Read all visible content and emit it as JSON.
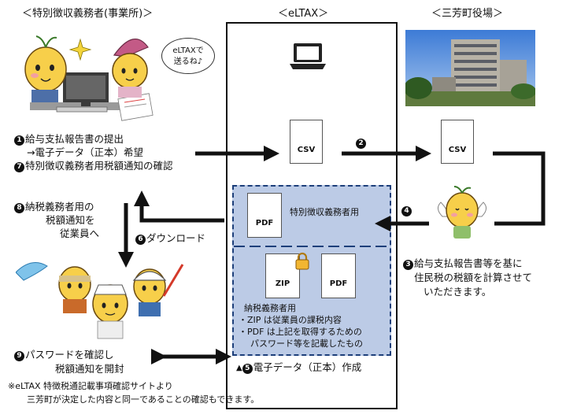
{
  "headers": {
    "left": "＜特別徴収義務者(事業所)＞",
    "center": "＜eLTAX＞",
    "right": "＜三芳町役場＞"
  },
  "bubble": {
    "line1": "eLTAXで",
    "line2": "送るね♪"
  },
  "steps": {
    "s1": {
      "num": "1",
      "line1": "給与支払報告書の提出",
      "line2": "→電子データ（正本）希望"
    },
    "s7": {
      "num": "7",
      "text": "特別徴収義務者用税額通知の確認"
    },
    "s2": {
      "num": "2"
    },
    "s4": {
      "num": "4"
    },
    "s8": {
      "num": "8",
      "line1": "納税義務者用の",
      "line2": "税額通知を",
      "line3": "従業員へ"
    },
    "s6": {
      "num": "6",
      "text": "ダウンロード"
    },
    "s3": {
      "num": "3",
      "line1": "給与支払報告書等を基に",
      "line2": "住民税の税額を計算させて",
      "line3": "いただきます。"
    },
    "s9": {
      "num": "9",
      "line1": "パスワードを確認し",
      "line2": "税額通知を開封"
    },
    "s5": {
      "prefix": "▲",
      "num": "5",
      "text": "電子データ（正本）作成"
    }
  },
  "docs": {
    "csv_center": "CSV",
    "csv_right": "CSV",
    "pdf_special": "PDF",
    "pdf_special_label": "特別徴収義務者用",
    "zip": "ZIP",
    "pdf_taxpayer": "PDF"
  },
  "taxpayer_box": {
    "title": "納税義務者用",
    "line1": "・ZIP は従業員の課税内容",
    "line2": "・PDF は上記を取得するための",
    "line3": "パスワード等を記載したもの"
  },
  "footnote": {
    "line1": "※eLTAX 特徴税通記載事項確認サイトより",
    "line2": "三芳町が決定した内容と同一であることの確認もできます。"
  }
}
